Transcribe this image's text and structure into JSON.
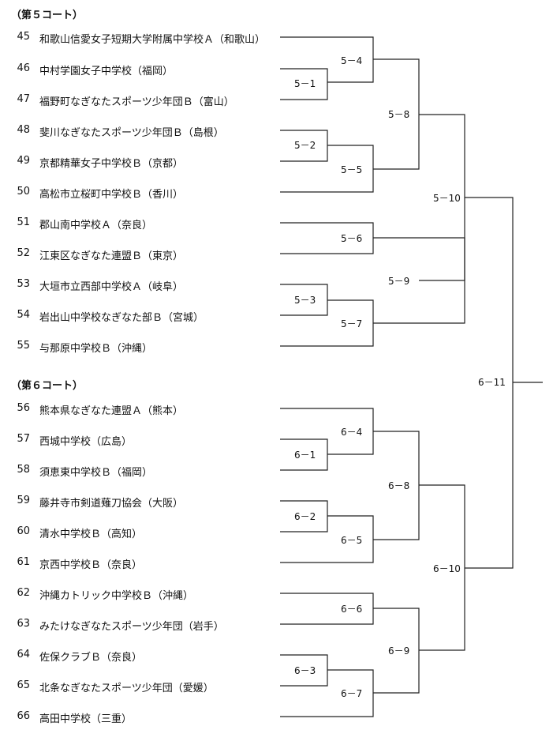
{
  "courts": [
    {
      "heading": "（第５コート）",
      "teams": [
        {
          "no": "45",
          "name": "和歌山信愛女子短期大学附属中学校Ａ（和歌山）"
        },
        {
          "no": "46",
          "name": "中村学園女子中学校（福岡）"
        },
        {
          "no": "47",
          "name": "福野町なぎなたスポーツ少年団Ｂ（富山）"
        },
        {
          "no": "48",
          "name": "斐川なぎなたスポーツ少年団Ｂ（島根）"
        },
        {
          "no": "49",
          "name": "京都精華女子中学校Ｂ（京都）"
        },
        {
          "no": "50",
          "name": "高松市立桜町中学校Ｂ（香川）"
        },
        {
          "no": "51",
          "name": "郡山南中学校Ａ（奈良）"
        },
        {
          "no": "52",
          "name": "江東区なぎなた連盟Ｂ（東京）"
        },
        {
          "no": "53",
          "name": "大垣市立西部中学校Ａ（岐阜）"
        },
        {
          "no": "54",
          "name": "岩出山中学校なぎなた部Ｂ（宮城）"
        },
        {
          "no": "55",
          "name": "与那原中学校Ｂ（沖縄）"
        }
      ],
      "matches": [
        "5－1",
        "5－2",
        "5－3",
        "5－4",
        "5－5",
        "5－6",
        "5－7",
        "5－8",
        "5－9",
        "5－10"
      ]
    },
    {
      "heading": "（第６コート）",
      "teams": [
        {
          "no": "56",
          "name": "熊本県なぎなた連盟Ａ（熊本）"
        },
        {
          "no": "57",
          "name": "西城中学校（広島）"
        },
        {
          "no": "58",
          "name": "須恵東中学校Ｂ（福岡）"
        },
        {
          "no": "59",
          "name": "藤井寺市剣道薙刀協会（大阪）"
        },
        {
          "no": "60",
          "name": "清水中学校Ｂ（高知）"
        },
        {
          "no": "61",
          "name": "京西中学校Ｂ（奈良）"
        },
        {
          "no": "62",
          "name": "沖縄カトリック中学校Ｂ（沖縄）"
        },
        {
          "no": "63",
          "name": "みたけなぎなたスポーツ少年団（岩手）"
        },
        {
          "no": "64",
          "name": "佐保クラブＢ（奈良）"
        },
        {
          "no": "65",
          "name": "北条なぎなたスポーツ少年団（愛媛）"
        },
        {
          "no": "66",
          "name": "高田中学校（三重）"
        }
      ],
      "matches": [
        "6－1",
        "6－2",
        "6－3",
        "6－4",
        "6－5",
        "6－6",
        "6－7",
        "6－8",
        "6－9",
        "6－10"
      ]
    }
  ],
  "final_match": "6－11"
}
